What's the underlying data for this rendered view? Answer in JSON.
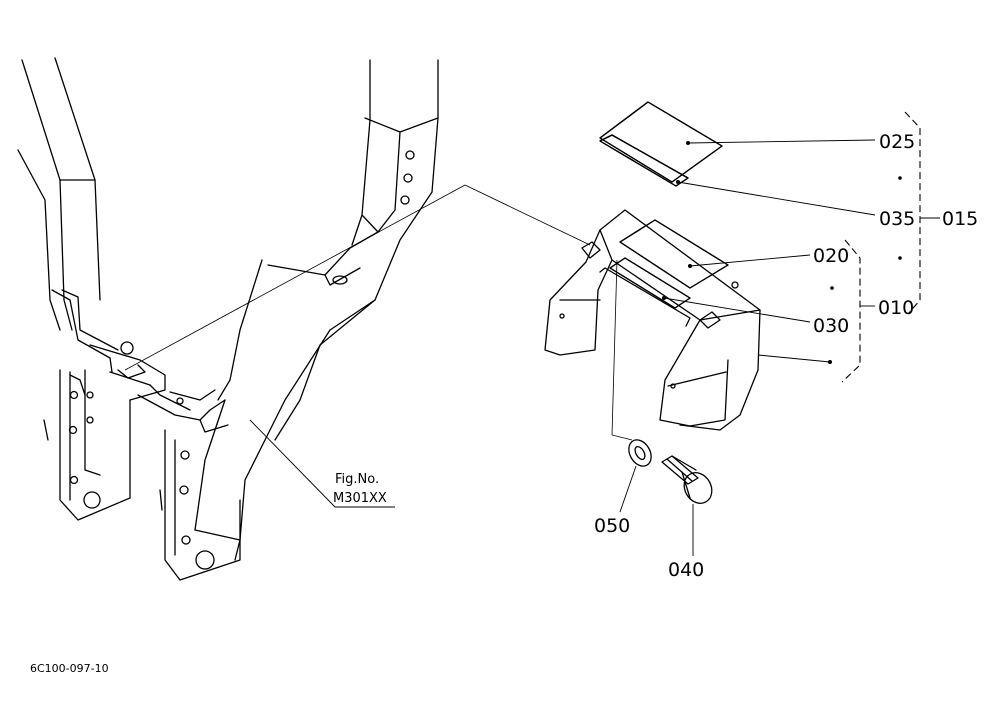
{
  "callouts": {
    "p025": "025",
    "p035": "035",
    "p015": "015",
    "p020": "020",
    "p030": "030",
    "p010": "010",
    "p050": "050",
    "p040": "040"
  },
  "figure_ref": {
    "label": "Fig.No.",
    "number": "M301XX"
  },
  "drawing_code": "6C100-097-10"
}
